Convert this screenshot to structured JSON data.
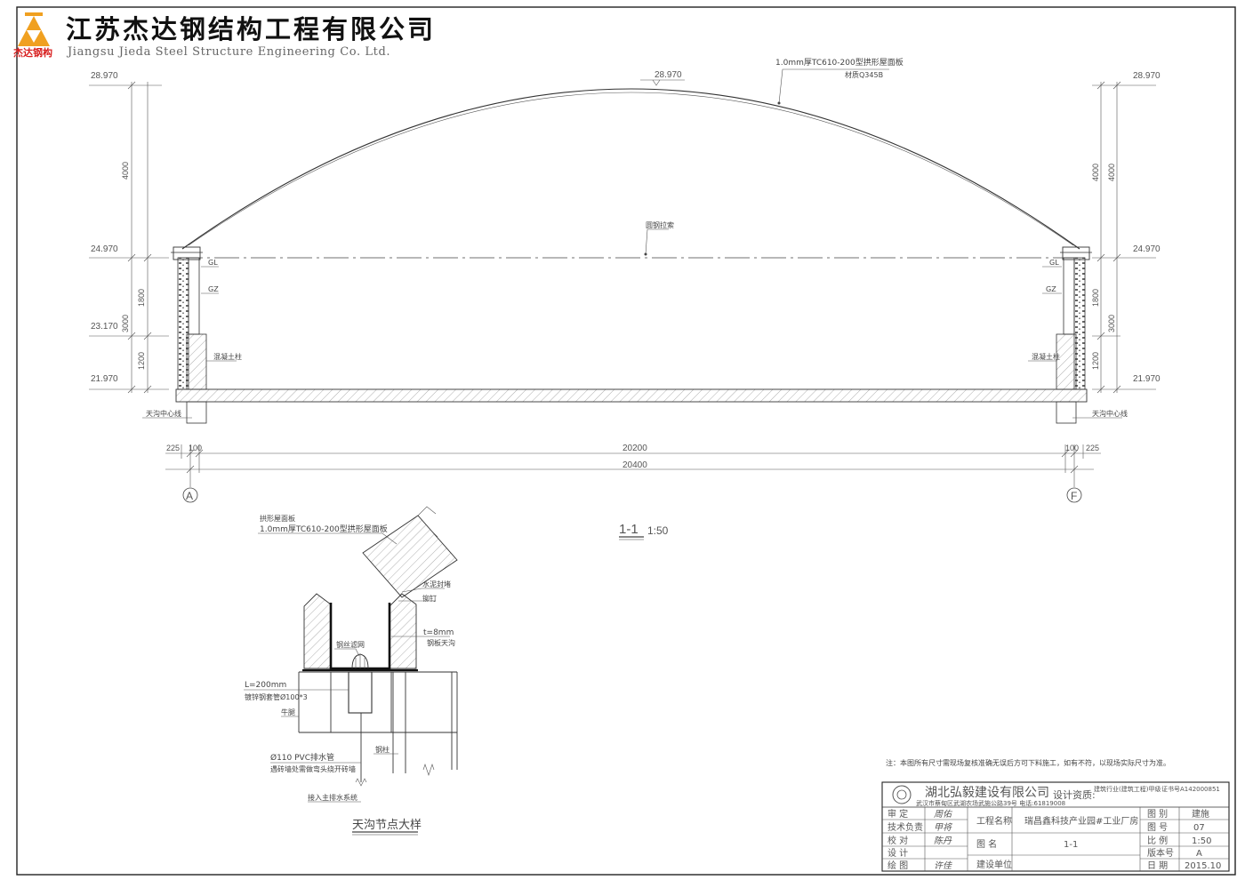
{
  "company": {
    "name_cn": "江苏杰达钢结构工程有限公司",
    "name_en": "Jiangsu Jieda Steel Structure Engineering Co. Ltd.",
    "logo_caption": "杰达钢构"
  },
  "elevations": {
    "top_left": "28.970",
    "top_center": "28.970",
    "top_right": "28.970",
    "eave_left": "24.970",
    "eave_right": "24.970",
    "mid_left": "23.170",
    "base_left": "21.970",
    "base_right": "21.970"
  },
  "vertical_dims": {
    "left_4000": "4000",
    "left_1800": "1800",
    "left_3000": "3000",
    "left_1200": "1200",
    "right_4000a": "4000",
    "right_4000b": "4000",
    "right_1800": "1800",
    "right_3000": "3000",
    "right_1200": "1200"
  },
  "horizontal_dims": {
    "left_225": "225",
    "left_100": "100",
    "span_inner": "20200",
    "right_100": "100",
    "right_225": "225",
    "span_total": "20400"
  },
  "labels": {
    "roof_panel": "1.0mm厚TC610-200型拱形屋面板",
    "material": "材质Q345B",
    "tie_rod": "圆钢拉索",
    "gl_left": "GL",
    "gl_right": "GL",
    "gz_left": "GZ",
    "gz_right": "GZ",
    "concrete_left": "混凝土柱",
    "concrete_right": "混凝土柱",
    "gutter_center_left": "天沟中心线",
    "gutter_center_right": "天沟中心线"
  },
  "axes": {
    "left": "A",
    "right": "F"
  },
  "section_title": {
    "name": "1-1",
    "scale": "1:50"
  },
  "detail": {
    "label_arch": "拱形屋面板",
    "label_panel": "1.0mm厚TC610-200型拱形屋面板",
    "label_seal": "水泥封堵",
    "label_rivet": "铆钉",
    "label_t8": "t=8mm",
    "label_gutter": "钢板天沟",
    "label_mesh": "钢丝滤网",
    "label_L200": "L=200mm",
    "label_pipe": "镀锌钢套管Ø100*3",
    "label_corbel": "牛腿",
    "label_column": "钢柱",
    "label_pvc": "Ø110 PVC排水管",
    "label_wall": "遇砖墙处需做弯头绕开砖墙",
    "label_drain": "接入主排水系统",
    "title": "天沟节点大样"
  },
  "note": "注：本图所有尺寸需现场复核准确无误后方可下料施工，如有不符，以现场实际尺寸为准。",
  "title_block": {
    "firm": "湖北弘毅建设有限公司",
    "address": "武汉市蔡甸区武湖农场武施公路39号  电话:61819008",
    "design_qual": "设计资质:",
    "qual_detail": "建筑行业(建筑工程)甲级",
    "cert": "证书号A142000851",
    "roles": [
      "审  定",
      "技术负责",
      "校  对",
      "设  计",
      "绘  图"
    ],
    "signatures": [
      "周佑",
      "甲将",
      "陈丹",
      "",
      "许佳"
    ],
    "project_label": "工程名称",
    "project_value": "瑞昌鑫科技产业园#工业厂房",
    "drawing_label": "图  名",
    "drawing_value": "1-1",
    "client_label": "建设单位",
    "client_value": "",
    "meta": [
      {
        "k": "图  别",
        "v": "建施"
      },
      {
        "k": "图  号",
        "v": "07"
      },
      {
        "k": "比  例",
        "v": "1:50"
      },
      {
        "k": "版本号",
        "v": "A"
      },
      {
        "k": "日  期",
        "v": "2015.10"
      }
    ]
  },
  "colors": {
    "logo_orange": "#f0a020",
    "logo_red": "#d82020",
    "line": "#333333"
  }
}
